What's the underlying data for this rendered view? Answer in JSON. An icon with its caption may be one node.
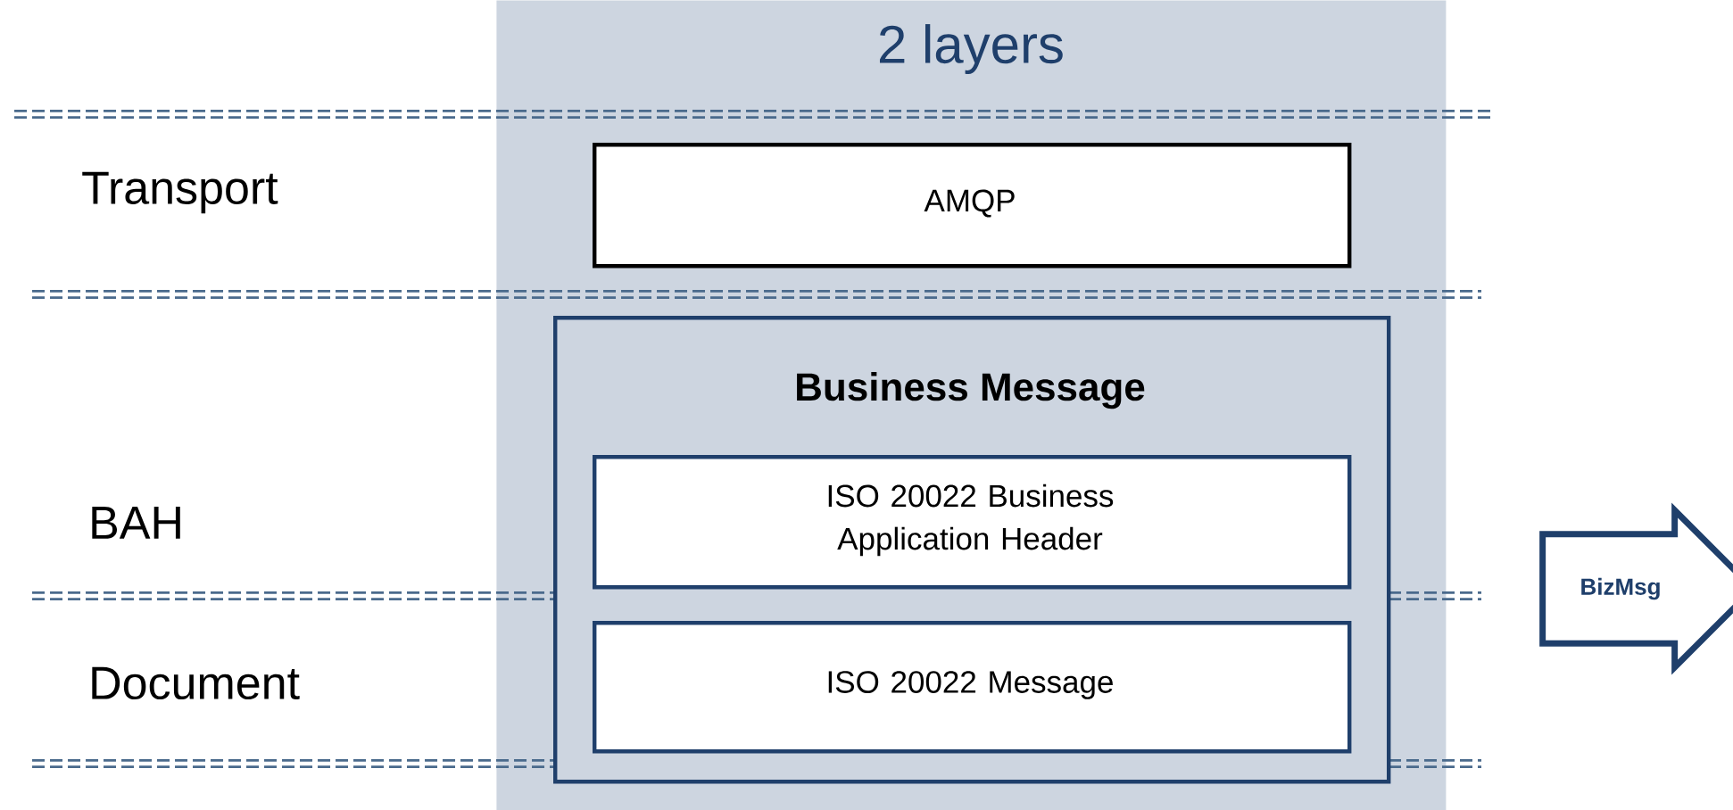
{
  "diagram": {
    "nodes": [
      {
        "text": [
          "2 layers"
        ]
      },
      {
        "text": [
          "AMQP"
        ],
        "in": 0
      },
      {
        "text": [
          "Business Message"
        ],
        "in": 0
      },
      {
        "text": [
          "ISO 20022 Business Application Header"
        ],
        "in": 2
      },
      {
        "text": [
          "ISO 20022 Message"
        ],
        "in": 2
      },
      {
        "text": [
          "BizMsg"
        ]
      }
    ],
    "labels": [
      "Transport",
      "BAH",
      "Document"
    ]
  }
}
